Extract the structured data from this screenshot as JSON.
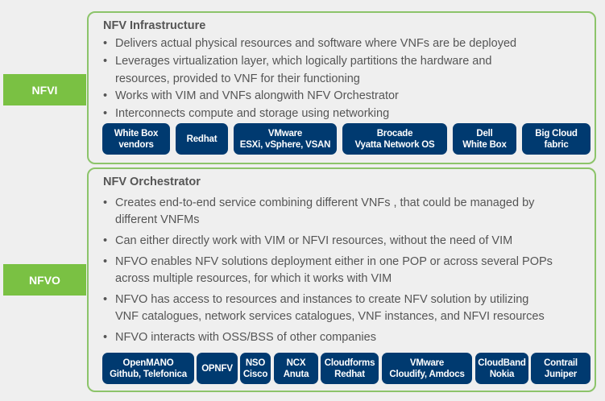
{
  "nfvi": {
    "label": "NFVI",
    "title": "NFV Infrastructure",
    "bullets": [
      "Delivers actual physical resources and software where VNFs are be deployed",
      "Leverages virtualization layer, which logically partitions the hardware and",
      "resources, provided to VNF for their functioning",
      "Works with VIM and VNFs alongwith NFV Orchestrator",
      "Interconnects compute and storage using networking"
    ],
    "chips": [
      [
        "White Box",
        "vendors"
      ],
      [
        "Redhat",
        ""
      ],
      [
        "VMware",
        "ESXi, vSphere, VSAN"
      ],
      [
        "Brocade",
        "Vyatta Network OS"
      ],
      [
        "Dell",
        "White Box"
      ],
      [
        "Big Cloud",
        "fabric"
      ]
    ]
  },
  "nfvo": {
    "label": "NFVO",
    "title": "NFV Orchestrator",
    "bullets": [
      "Creates end-to-end service combining different VNFs , that could be managed by",
      "different VNFMs",
      "Can either directly work with VIM or NFVI resources, without the need of VIM",
      "NFVO enables NFV solutions deployment either in one POP or across several POPs",
      "across multiple resources, for which it works with VIM",
      "NFVO has access to resources and instances to create NFV solution by utilizing",
      "VNF catalogues, network services catalogues, VNF instances, and NFVI resources",
      "NFVO interacts with OSS/BSS of other companies"
    ],
    "chips": [
      [
        "OpenMANO",
        "Github, Telefonica"
      ],
      [
        "OPNFV",
        ""
      ],
      [
        "NSO",
        "Cisco"
      ],
      [
        "NCX",
        "Anuta"
      ],
      [
        "Cloudforms",
        "Redhat"
      ],
      [
        "VMware",
        "Cloudify, Amdocs"
      ],
      [
        "CloudBand",
        "Nokia"
      ],
      [
        "Contrail",
        "Juniper"
      ]
    ]
  }
}
